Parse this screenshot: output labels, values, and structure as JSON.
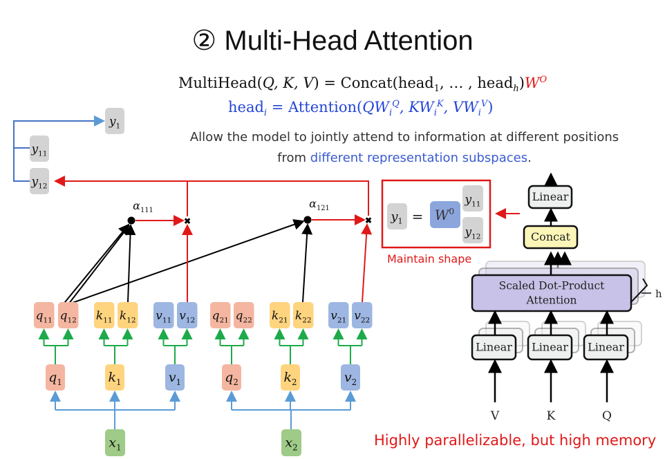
{
  "title": "② Multi-Head Attention",
  "formula1": {
    "lhs": "MultiHead(",
    "args": "Q, K, V",
    "mid": ") = Concat(head",
    "sub1": "1",
    "dots": ", … , head",
    "subh": "h",
    "close": ")",
    "wo": "W",
    "wo_sup": "O"
  },
  "formula2": {
    "lhs": "head",
    "sub_i": "i",
    "eq": " = Attention(",
    "q": "QW",
    "q_sub": "i",
    "q_sup": "Q",
    "k": ", KW",
    "k_sub": "i",
    "k_sup": "K",
    "v": ", VW",
    "v_sub": "i",
    "v_sup": "V",
    "close": ")"
  },
  "description": {
    "line1": "Allow the model to jointly attend to information at different positions",
    "line2_prefix": "from ",
    "line2_highlight": "different representation subspaces",
    "line2_suffix": "."
  },
  "colors": {
    "q": "#F4B6A0",
    "k": "#FFD47F",
    "v": "#9DB6E2",
    "x": "#9ECB87",
    "y": "#D3D3D3",
    "w": "#8CA6DD",
    "red": "#E01818",
    "blue_arrow": "#5B9BD5",
    "green_arrow": "#1DAA4A"
  },
  "nodes": {
    "heads": [
      {
        "id": "q11",
        "base": "q",
        "sub": "11",
        "type": "q"
      },
      {
        "id": "q12",
        "base": "q",
        "sub": "12",
        "type": "q"
      },
      {
        "id": "k11",
        "base": "k",
        "sub": "11",
        "type": "k"
      },
      {
        "id": "k12",
        "base": "k",
        "sub": "12",
        "type": "k"
      },
      {
        "id": "v11",
        "base": "v",
        "sub": "11",
        "type": "v"
      },
      {
        "id": "v12",
        "base": "v",
        "sub": "12",
        "type": "v"
      },
      {
        "id": "q21",
        "base": "q",
        "sub": "21",
        "type": "q"
      },
      {
        "id": "q22",
        "base": "q",
        "sub": "22",
        "type": "q"
      },
      {
        "id": "k21",
        "base": "k",
        "sub": "21",
        "type": "k"
      },
      {
        "id": "k22",
        "base": "k",
        "sub": "22",
        "type": "k"
      },
      {
        "id": "v21",
        "base": "v",
        "sub": "21",
        "type": "v"
      },
      {
        "id": "v22",
        "base": "v",
        "sub": "22",
        "type": "v"
      }
    ],
    "projections": [
      {
        "id": "q1",
        "base": "q",
        "sub": "1",
        "type": "q"
      },
      {
        "id": "k1",
        "base": "k",
        "sub": "1",
        "type": "k"
      },
      {
        "id": "v1",
        "base": "v",
        "sub": "1",
        "type": "v"
      },
      {
        "id": "q2",
        "base": "q",
        "sub": "2",
        "type": "q"
      },
      {
        "id": "k2",
        "base": "k",
        "sub": "2",
        "type": "k"
      },
      {
        "id": "v2",
        "base": "v",
        "sub": "2",
        "type": "v"
      }
    ],
    "inputs": [
      {
        "id": "x1",
        "base": "x",
        "sub": "1",
        "type": "x"
      },
      {
        "id": "x2",
        "base": "x",
        "sub": "2",
        "type": "x"
      }
    ],
    "outputs": [
      {
        "id": "y1",
        "base": "y",
        "sub": "1",
        "type": "y"
      },
      {
        "id": "y11",
        "base": "y",
        "sub": "11",
        "type": "y"
      },
      {
        "id": "y12",
        "base": "y",
        "sub": "12",
        "type": "y"
      }
    ],
    "alphas": [
      {
        "base": "α",
        "sub": "111"
      },
      {
        "base": "α",
        "sub": "121"
      }
    ]
  },
  "shape_box": {
    "y1": {
      "base": "y",
      "sub": "1"
    },
    "eq": "=",
    "w": {
      "base": "W",
      "sup": "0"
    },
    "y11": {
      "base": "y",
      "sub": "11"
    },
    "y12": {
      "base": "y",
      "sub": "12"
    }
  },
  "maintain_shape": "Maintain shape",
  "transformer": {
    "linear_top": "Linear",
    "concat": "Concat",
    "attention_line1": "Scaled Dot-Product",
    "attention_line2": "Attention",
    "h_label": "h",
    "linear": "Linear",
    "inputs": [
      "V",
      "K",
      "Q"
    ]
  },
  "bottom_note": "Highly parallelizable, but high memory"
}
